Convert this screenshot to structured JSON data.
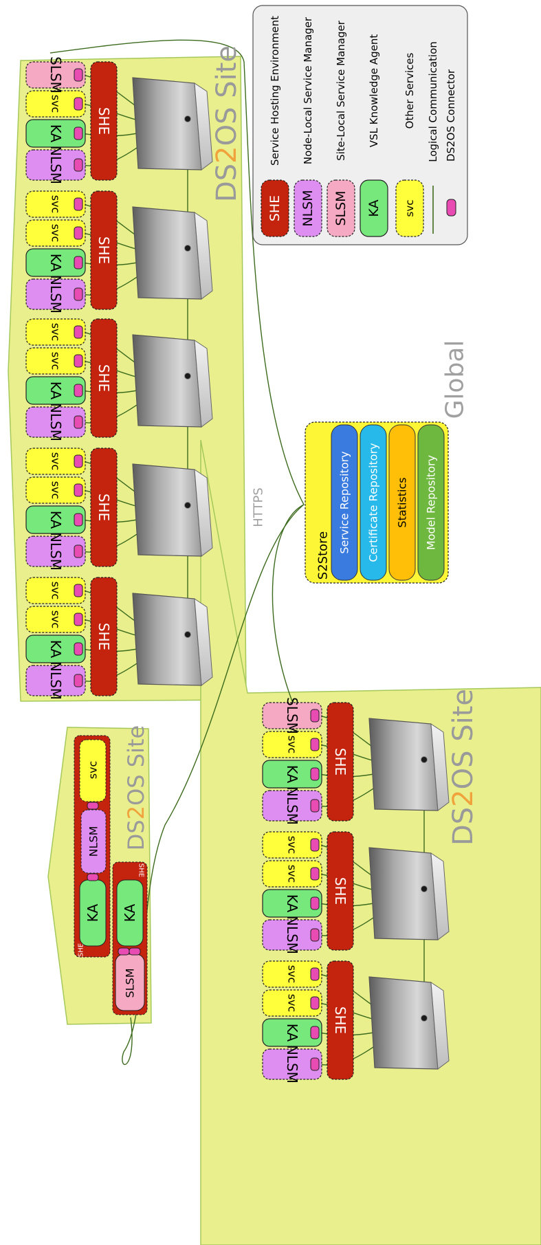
{
  "site_label": {
    "pre": "DS",
    "mid": "2",
    "post": "OS Site"
  },
  "global_label": "Global",
  "https_label": "HTTPS",
  "node_items": {
    "nlsm": "NLSM",
    "ka": "KA",
    "svc": "svc",
    "slsm": "SLSM",
    "she": "SHE"
  },
  "s2store": {
    "title": "S2Store",
    "items": [
      "Service Repository",
      "Certificate Repository",
      "Statistics",
      "Model Repository"
    ]
  },
  "legend": [
    {
      "key": "SHE",
      "label": "Service Hosting Environment"
    },
    {
      "key": "NLSM",
      "label": "Node-Local Service Manager"
    },
    {
      "key": "SLSM",
      "label": "Site-Local Service Manager"
    },
    {
      "key": "KA",
      "label": "VSL Knowledge Agent"
    },
    {
      "key": "svc",
      "label": "Other Services"
    },
    {
      "key": "",
      "label": "Logical Communication"
    },
    {
      "key": "",
      "label": "DS2OS Connector"
    }
  ],
  "colors": {
    "site_bg": "#e9ef8d",
    "site_border": "#a5c85a",
    "she": "#c4230d",
    "nlsm": "#de8ef0",
    "ka": "#77e87b",
    "svc": "#ffff3b",
    "slsm": "#f6a9c2",
    "connector": "#e84bb2",
    "line": "#3d6b1e",
    "s2store_bg": "#fdf637",
    "service_repo": "#3a7be0",
    "cert_repo": "#26b9ea",
    "statistics": "#ffbf08",
    "model_repo": "#6eb83f",
    "legend_bg": "#efefef",
    "accent_2": "#f0a23c"
  }
}
